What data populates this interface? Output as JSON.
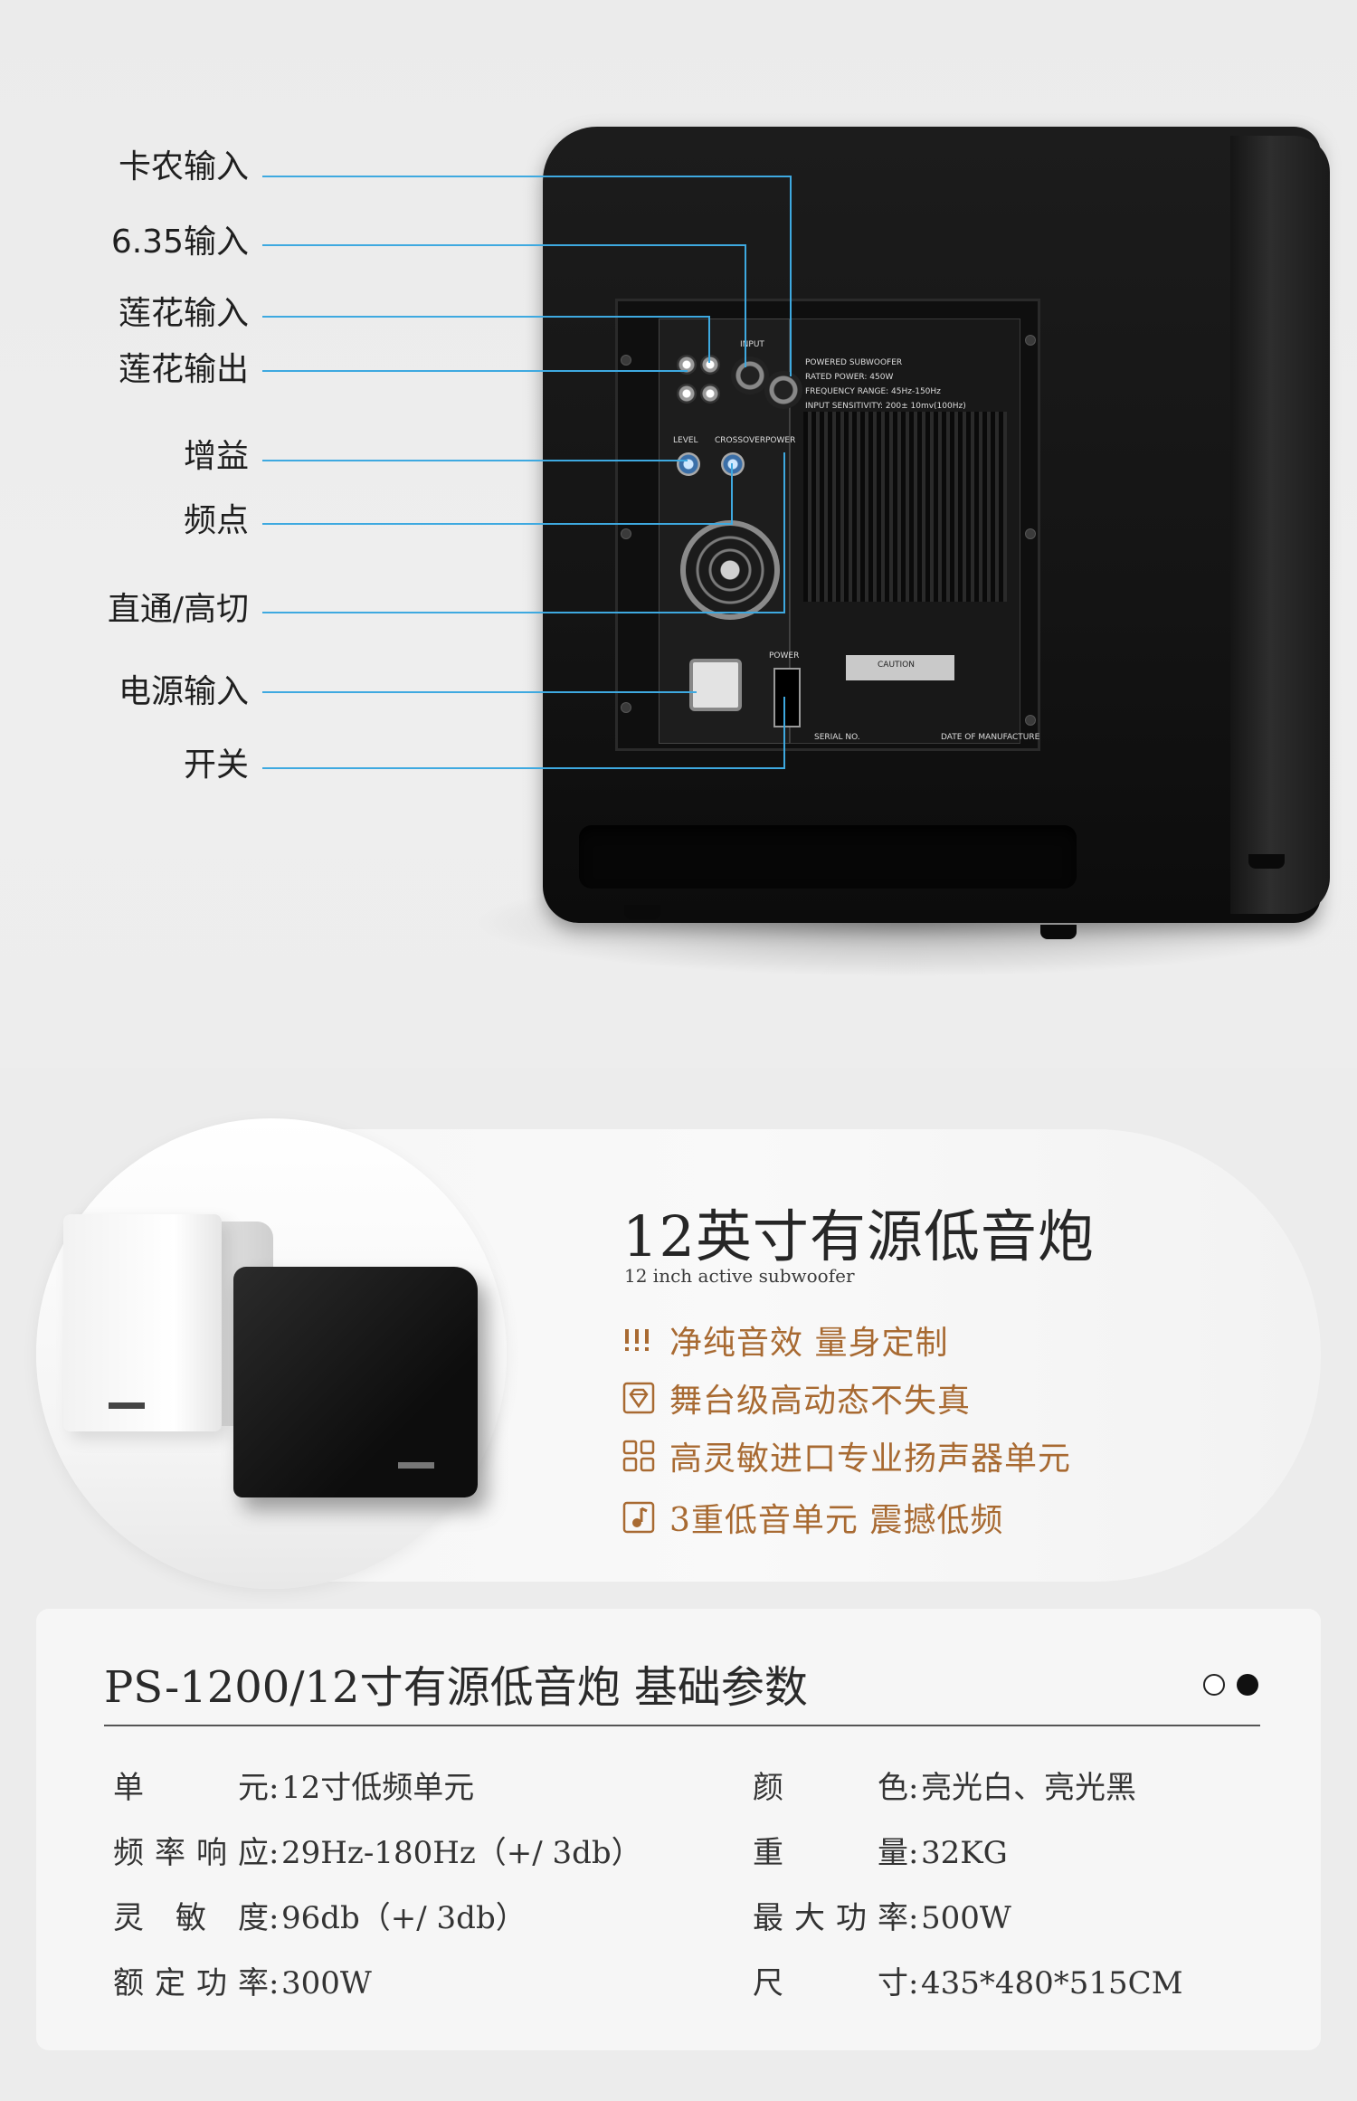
{
  "callouts": [
    "卡农输入",
    "6.35输入",
    "莲花输入",
    "莲花输出",
    "增益",
    "频点",
    "直通/高切",
    "电源输入",
    "开关"
  ],
  "colors": {
    "callout_line": "#3ea9e0",
    "feature_text": "#a86a32"
  },
  "panel_text": {
    "input": "INPUT",
    "model": "POWERED SUBWOOFER",
    "rated": "RATED POWER: 450W",
    "freq": "FREQUENCY RANGE: 45Hz-150Hz",
    "sens": "INPUT SENSITIVITY: 200± 10mv(100Hz)",
    "level": "LEVEL",
    "crossover": "CROSSOVER",
    "power": "POWER",
    "caution": "CAUTION",
    "serial": "SERIAL NO.",
    "date": "DATE OF MANUFACTURE"
  },
  "product": {
    "title": "12英寸有源低音炮",
    "subtitle": "12 inch active subwoofer",
    "features": [
      {
        "icon": "bars-icon",
        "text": "净纯音效  量身定制"
      },
      {
        "icon": "diamond-icon",
        "text": "舞台级高动态不失真"
      },
      {
        "icon": "grid-icon",
        "text": "高灵敏进口专业扬声器单元"
      },
      {
        "icon": "music-note-icon",
        "text": "3重低音单元  震撼低频"
      }
    ]
  },
  "specs": {
    "title": "PS-1200/12寸有源低音炮  基础参数",
    "left": [
      {
        "label": "单元",
        "value": "12寸低频单元"
      },
      {
        "label": "频率响应",
        "value": "29Hz-180Hz（+/   3db）"
      },
      {
        "label": "灵敏度",
        "value": "96db（+/   3db）"
      },
      {
        "label": "额定功率",
        "value": "300W"
      }
    ],
    "right": [
      {
        "label": "颜色",
        "value": "亮光白、亮光黑"
      },
      {
        "label": "重量",
        "value": "32KG"
      },
      {
        "label": "最大功率",
        "value": "500W"
      },
      {
        "label": "尺寸",
        "value": "435*480*515CM"
      }
    ]
  }
}
